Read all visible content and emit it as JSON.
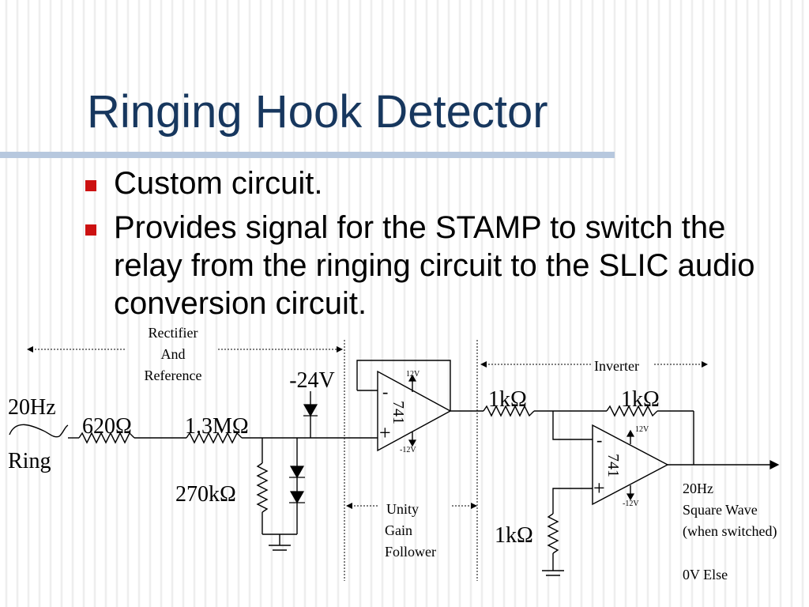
{
  "slide": {
    "title": "Ringing Hook Detector",
    "bullets": [
      "Custom circuit.",
      "Provides signal for the STAMP to switch the relay from the ringing circuit to the SLIC audio conversion circuit."
    ],
    "colors": {
      "title": "#17375e",
      "bullet_mark": "#cc1111",
      "rule": "#b7c8de"
    }
  },
  "circuit": {
    "section_rectifier_1": "Rectifier",
    "section_rectifier_2": "And",
    "section_rectifier_3": "Reference",
    "section_unity_1": "Unity",
    "section_unity_2": "Gain",
    "section_unity_3": "Follower",
    "section_inverter": "Inverter",
    "input_freq": "20Hz",
    "input_name": "Ring",
    "r_620": "620Ω",
    "r_1_3m": "1.3MΩ",
    "r_270k": "270kΩ",
    "supply_neg24": "-24V",
    "r_1k_a": "1kΩ",
    "r_1k_b": "1kΩ",
    "r_1k_c": "1kΩ",
    "opamp1_label": "741",
    "opamp2_label": "741",
    "opamp_minus": "-",
    "opamp_plus": "+",
    "vcc_12": "12V",
    "vee_12": "-12V",
    "vcc_12_b": "12V",
    "vee_12_b": "-12V",
    "output_1": "20Hz",
    "output_2": "Square Wave",
    "output_3": "(when switched)",
    "output_4": "0V Else"
  }
}
